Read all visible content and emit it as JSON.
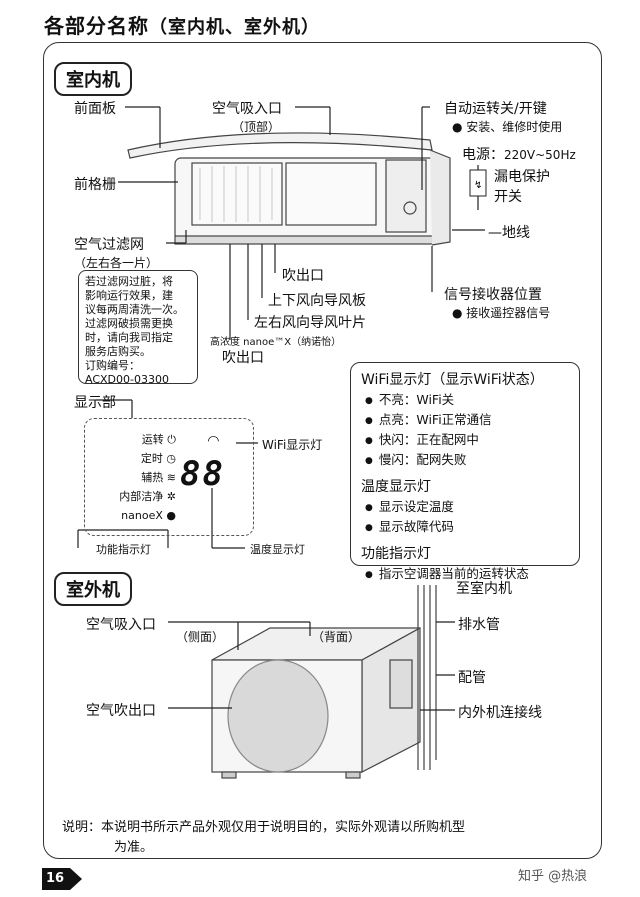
{
  "header": {
    "title": "各部分名称",
    "subtitle": "（室内机、室外机）"
  },
  "indoor": {
    "section_label": "室内机",
    "front_panel": "前面板",
    "air_inlet": "空气吸入口",
    "air_inlet_top": "（顶部）",
    "auto_switch": "自动运转关/开键",
    "auto_switch_note": "安装、维修时使用",
    "power": "电源：",
    "power_value": "220V~50Hz",
    "breaker": "漏电保护",
    "breaker2": "开关",
    "ground": "地线",
    "front_grille": "前格栅",
    "air_filter": "空气过滤网",
    "air_filter_sub": "（左右各一片）",
    "filter_note": [
      "若过滤网过脏，将",
      "影响运行效果，建",
      "议每两周清洗一次。",
      "过滤网破损需更换",
      "时，请向我司指定",
      "服务店购买。",
      "订购编号：",
      "ACXD00-03300"
    ],
    "outlet": "吹出口",
    "updown_flap": "上下风向导风板",
    "leftright_flap": "左右风向导风叶片",
    "nanoe": "高浓度 nanoe™X（纳诺怡）",
    "nanoe_outlet": "吹出口",
    "signal_receiver": "信号接收器位置",
    "signal_receiver_note": "接收遥控器信号",
    "display_label": "显示部"
  },
  "display_panel": {
    "items": [
      "运转",
      "定时",
      "辅热",
      "内部洁净",
      "nanoeX"
    ],
    "digits": "88",
    "wifi_label": "WiFi显示灯",
    "func_label": "功能指示灯",
    "temp_label": "温度显示灯"
  },
  "wifi_box": {
    "title": "WiFi显示灯（显示WiFi状态）",
    "wifi_items": [
      "不亮：WiFi关",
      "点亮：WiFi正常通信",
      "快闪：正在配网中",
      "慢闪：配网失败"
    ],
    "temp_title": "温度显示灯",
    "temp_items": [
      "显示设定温度",
      "显示故障代码"
    ],
    "func_title": "功能指示灯",
    "func_items": [
      "指示空调器当前的运转状态"
    ]
  },
  "outdoor": {
    "section_label": "室外机",
    "air_inlet": "空气吸入口",
    "side": "（侧面）",
    "back": "（背面）",
    "air_outlet": "空气吹出口",
    "to_indoor": "至室内机",
    "drain": "排水管",
    "piping": "配管",
    "cable": "内外机连接线"
  },
  "footer": {
    "note_line1": "说明：本说明书所示产品外观仅用于说明目的，实际外观请以所购机型",
    "note_line2": "为准。",
    "page_number": "16",
    "credit": "知乎 @热浪"
  }
}
